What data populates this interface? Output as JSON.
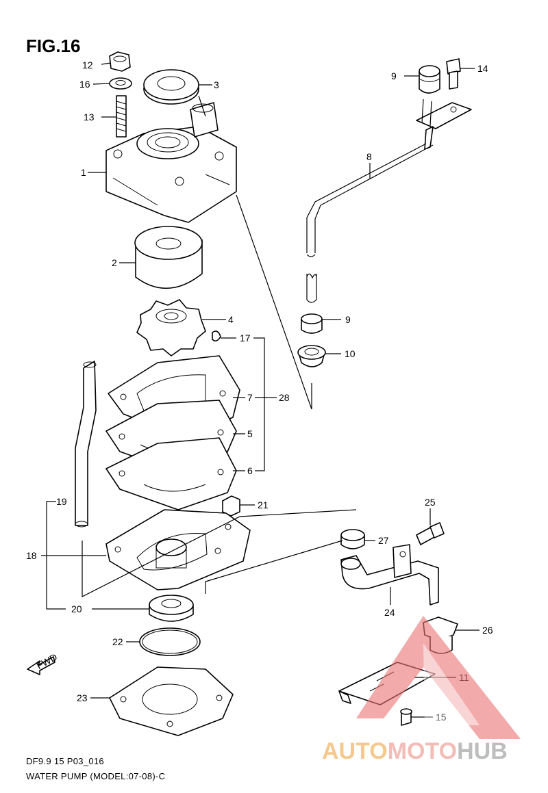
{
  "figure_title": "FIG.16",
  "footer": {
    "code": "DF9.9 15 P03_016",
    "caption": "WATER PUMP (MODEL:07-08)-C"
  },
  "fwd_label": "FWD",
  "watermark": {
    "part1": "AUTO",
    "part2": "MOTO",
    "part3": "HUB",
    "colors": {
      "auto": "#f2b768",
      "moto": "#f0a8a0",
      "hub": "#a8a8a8",
      "triangle": "#e87070"
    }
  },
  "callouts": {
    "c1": "1",
    "c2": "2",
    "c3": "3",
    "c4": "4",
    "c5": "5",
    "c6": "6",
    "c7": "7",
    "c8": "8",
    "c9a": "9",
    "c9b": "9",
    "c10": "10",
    "c11": "11",
    "c12": "12",
    "c13": "13",
    "c14": "14",
    "c15": "15",
    "c16": "16",
    "c17": "17",
    "c18": "18",
    "c19": "19",
    "c20": "20",
    "c21": "21",
    "c22": "22",
    "c23": "23",
    "c24": "24",
    "c25": "25",
    "c26": "26",
    "c27": "27",
    "c28": "28"
  }
}
